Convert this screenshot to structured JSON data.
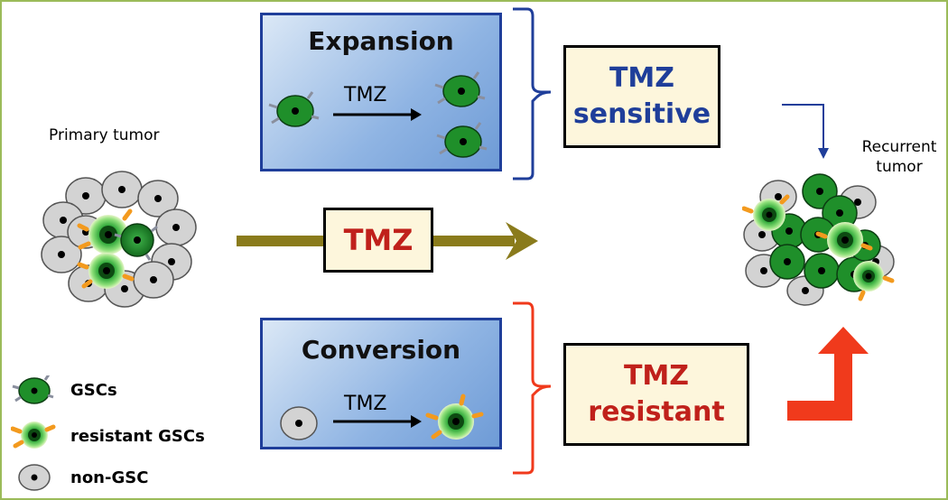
{
  "labels": {
    "primary_tumor": "Primary tumor",
    "recurrent_tumor_line1": "Recurrent",
    "recurrent_tumor_line2": "tumor"
  },
  "expansion": {
    "title": "Expansion",
    "drug": "TMZ"
  },
  "conversion": {
    "title": "Conversion",
    "drug": "TMZ"
  },
  "middle": {
    "drug": "TMZ"
  },
  "outcomes": {
    "sensitive_line1": "TMZ",
    "sensitive_line2": "sensitive",
    "resistant_line1": "TMZ",
    "resistant_line2": "resistant"
  },
  "legend": [
    {
      "icon": "gsc-cell-icon",
      "label": "GSCs"
    },
    {
      "icon": "resistant-gsc-cell-icon",
      "label": "resistant GSCs"
    },
    {
      "icon": "non-gsc-cell-icon",
      "label": "non-GSC"
    }
  ],
  "colors": {
    "frame_border": "#9bbb59",
    "box_border": "#1f3e9a",
    "sensitive_text": "#1f3e9a",
    "resistant_text": "#c0211b",
    "middle_arrow": "#8a7b1c",
    "resistant_arrow": "#f03a1c",
    "gsc_fill": "#1f8f2a",
    "non_gsc_fill": "#d3d3d3"
  }
}
